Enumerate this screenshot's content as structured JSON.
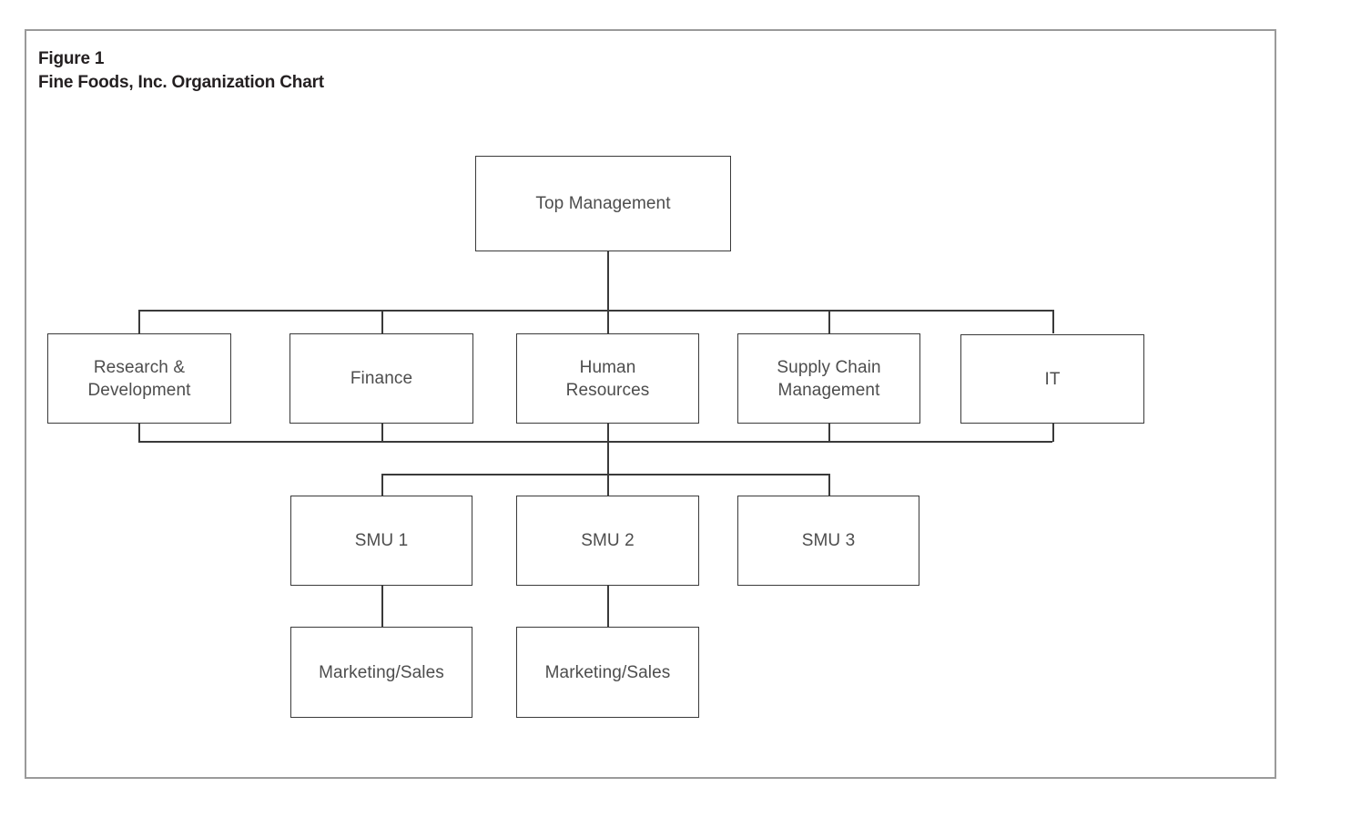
{
  "figure": {
    "label": "Figure 1",
    "title": "Fine Foods, Inc. Organization Chart"
  },
  "style": {
    "frame_border_color": "#9a9a9a",
    "box_border_color": "#3a3a3a",
    "box_fill_color": "#ffffff",
    "node_text_color": "#4d4d4d",
    "caption_text_color": "#231f20",
    "connector_color": "#3a3a3a",
    "page_background": "#ffffff"
  },
  "chart_data": {
    "type": "org-chart",
    "title": "Fine Foods, Inc. Organization Chart",
    "levels": [
      {
        "level": 1,
        "nodes": [
          "Top Management"
        ]
      },
      {
        "level": 2,
        "nodes": [
          "Research & Development",
          "Finance",
          "Human Resources",
          "Supply Chain Management",
          "IT"
        ]
      },
      {
        "level": 3,
        "nodes": [
          "SMU 1",
          "SMU 2",
          "SMU 3"
        ]
      },
      {
        "level": 4,
        "nodes": [
          "Marketing/Sales",
          "Marketing/Sales"
        ]
      }
    ],
    "edges": [
      {
        "from": "Top Management",
        "to": "Research & Development"
      },
      {
        "from": "Top Management",
        "to": "Finance"
      },
      {
        "from": "Top Management",
        "to": "Human Resources"
      },
      {
        "from": "Top Management",
        "to": "Supply Chain Management"
      },
      {
        "from": "Top Management",
        "to": "IT"
      },
      {
        "from": "Research & Development",
        "to": "SMU 1"
      },
      {
        "from": "Research & Development",
        "to": "SMU 2"
      },
      {
        "from": "Research & Development",
        "to": "SMU 3"
      },
      {
        "from": "Finance",
        "to": "SMU 1"
      },
      {
        "from": "Finance",
        "to": "SMU 2"
      },
      {
        "from": "Finance",
        "to": "SMU 3"
      },
      {
        "from": "Human Resources",
        "to": "SMU 1"
      },
      {
        "from": "Human Resources",
        "to": "SMU 2"
      },
      {
        "from": "Human Resources",
        "to": "SMU 3"
      },
      {
        "from": "Supply Chain Management",
        "to": "SMU 1"
      },
      {
        "from": "Supply Chain Management",
        "to": "SMU 2"
      },
      {
        "from": "Supply Chain Management",
        "to": "SMU 3"
      },
      {
        "from": "IT",
        "to": "SMU 1"
      },
      {
        "from": "IT",
        "to": "SMU 2"
      },
      {
        "from": "IT",
        "to": "SMU 3"
      },
      {
        "from": "SMU 1",
        "to": "Marketing/Sales"
      },
      {
        "from": "SMU 2",
        "to": "Marketing/Sales"
      }
    ]
  },
  "nodes": {
    "top_management": {
      "label": "Top Management"
    },
    "research_development": {
      "label": "Research &\nDevelopment"
    },
    "finance": {
      "label": "Finance"
    },
    "human_resources": {
      "label": "Human\nResources"
    },
    "supply_chain_management": {
      "label": "Supply Chain\nManagement"
    },
    "it": {
      "label": "IT"
    },
    "smu_1": {
      "label": "SMU 1"
    },
    "smu_2": {
      "label": "SMU 2"
    },
    "smu_3": {
      "label": "SMU 3"
    },
    "marketing_sales_1": {
      "label": "Marketing/Sales"
    },
    "marketing_sales_2": {
      "label": "Marketing/Sales"
    }
  }
}
